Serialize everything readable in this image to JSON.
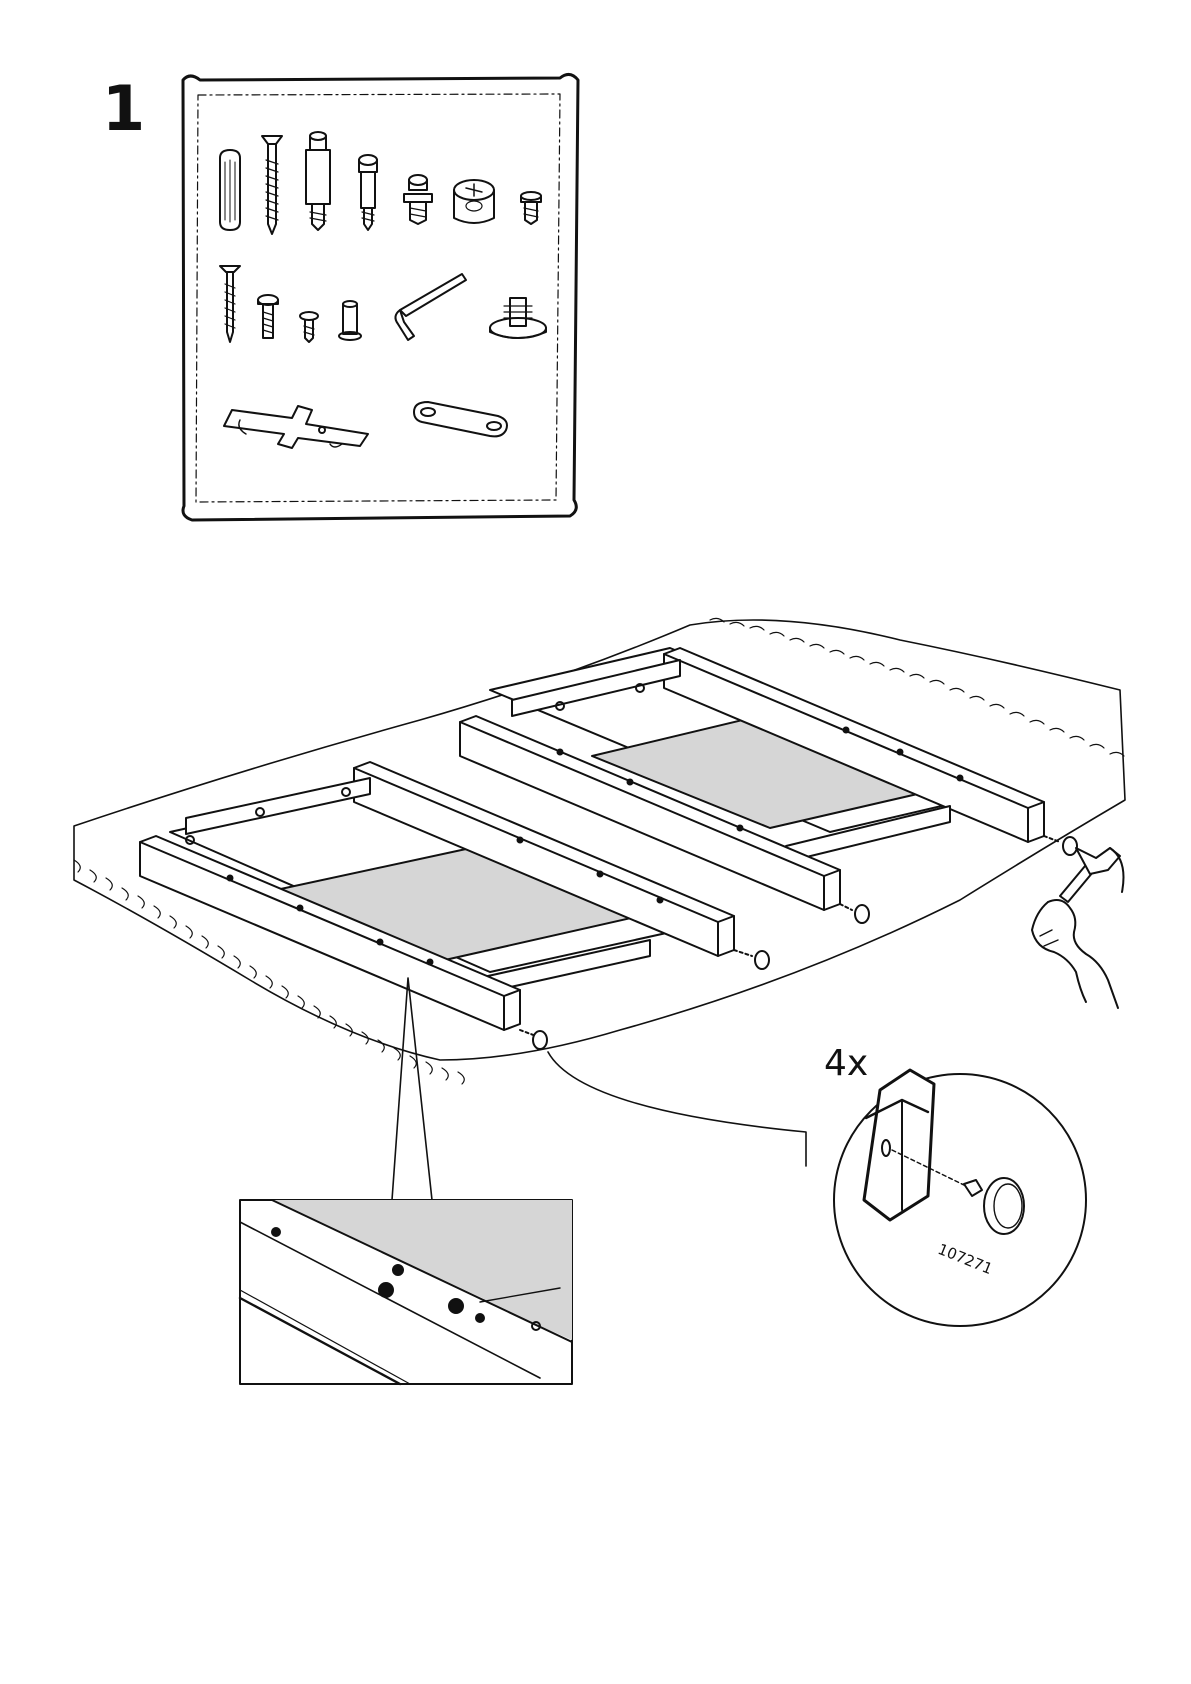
{
  "step": {
    "number": "1"
  },
  "detail": {
    "count": "4x",
    "article_number": "107271"
  },
  "colors": {
    "ink": "#111111",
    "panel": "#d6d6d6",
    "paper": "#ffffff"
  },
  "hardware_icons": [
    "wood-dowel-icon",
    "long-screw-icon",
    "connector-bolt-icon",
    "cam-bolt-icon",
    "short-cam-bolt-icon",
    "cam-lock-icon",
    "small-screw-icon",
    "wood-screw-icon",
    "machine-screw-icon",
    "tiny-screw-icon",
    "barrel-nut-icon",
    "allen-key-icon",
    "adjustable-foot-icon",
    "hinge-bracket-icon",
    "connecting-plate-icon"
  ]
}
